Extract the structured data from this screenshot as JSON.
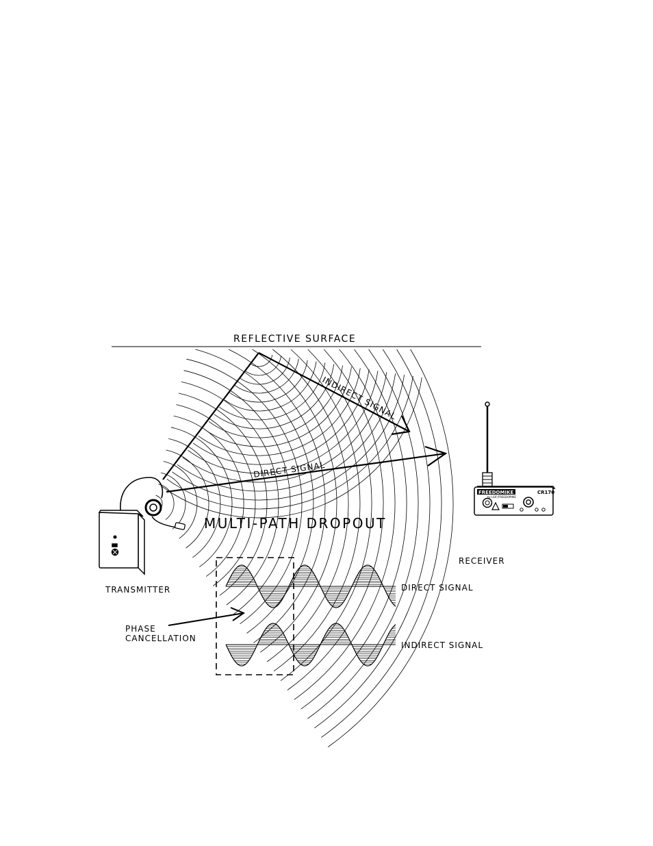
{
  "diagram": {
    "surface_label": "REFLECTIVE SURFACE",
    "title": "MULTI-PATH DROPOUT",
    "indirect_path_label": "INDIRECT SIGNAL",
    "direct_path_label": "DIRECT SIGNAL",
    "transmitter_label": "TRANSMITTER",
    "receiver_label": "RECEIVER",
    "receiver_brand": "FREEDOMIKE",
    "receiver_brand_sub": "by LEIF/FREEDOMIKE",
    "receiver_model": "CR170",
    "phase_label_line1": "PHASE",
    "phase_label_line2": "CANCELLATION",
    "wave_direct_label": "DIRECT SIGNAL",
    "wave_indirect_label": "INDIRECT SIGNAL"
  },
  "colors": {
    "ink": "#000000",
    "paper": "#ffffff"
  },
  "icons": [
    "transmitter-pack",
    "headset",
    "receiver-unit",
    "antenna",
    "arrow"
  ]
}
